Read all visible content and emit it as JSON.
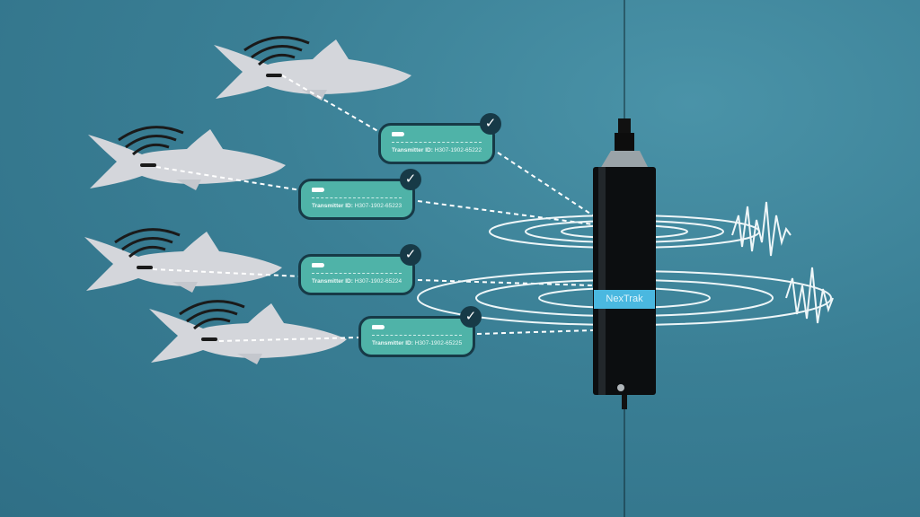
{
  "tags": [
    {
      "label": "Transmitter ID:",
      "id": "H307-1902-65222"
    },
    {
      "label": "Transmitter ID:",
      "id": "H307-1902-65223"
    },
    {
      "label": "Transmitter ID:",
      "id": "H307-1902-65224"
    },
    {
      "label": "Transmitter ID:",
      "id": "H307-1902-65225"
    }
  ],
  "receiver": {
    "brand": "NexTrak"
  },
  "icons": {
    "check": "✓",
    "fish": "fish-icon"
  },
  "colors": {
    "background": "#3a7f95",
    "tag": "#4fb3a8",
    "tag_border": "#173a47",
    "fish": "#d4d6db",
    "receiver": "#0c0e10",
    "brand_band": "#4ab8e0"
  }
}
